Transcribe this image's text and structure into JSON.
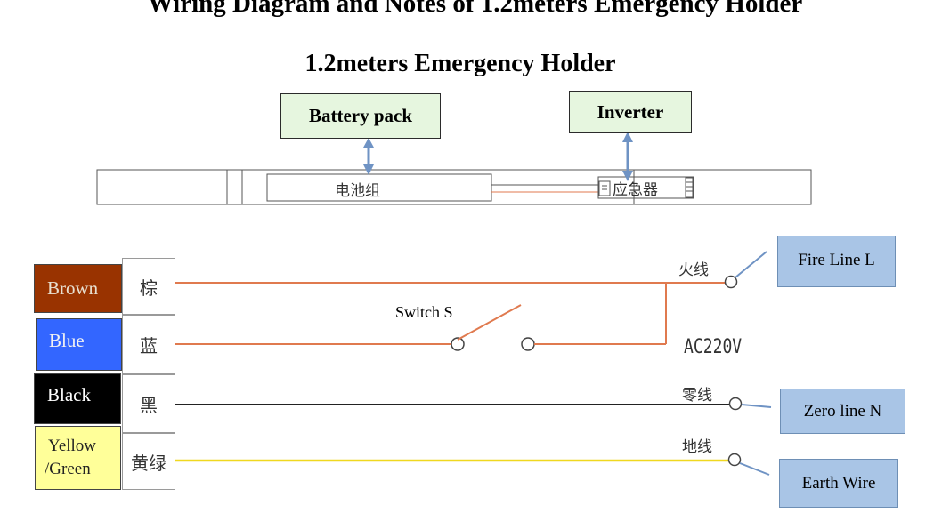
{
  "title": "Wiring Diagram and Notes of 1.2meters Emergency Holder",
  "subtitle": "1.2meters Emergency Holder",
  "holder": {
    "battery_label": "Battery pack",
    "inverter_label": "Inverter",
    "battery_cn": "电池组",
    "inverter_cn": "应急器"
  },
  "wires": [
    {
      "en": "Brown",
      "cn": "棕",
      "color": "#993300"
    },
    {
      "en": "Blue",
      "cn": "蓝",
      "color": "#3366ff"
    },
    {
      "en": "Black",
      "cn": "黑",
      "color": "#000000"
    },
    {
      "en_line1": "Yellow",
      "en_line2": "/Green",
      "cn": "黄绿",
      "color": "#ffff99"
    }
  ],
  "switch_label": "Switch S",
  "voltage_label": "AC220V",
  "terminals": {
    "fire": {
      "cn": "火线",
      "en": "Fire Line L"
    },
    "zero": {
      "cn": "零线",
      "en": "Zero line N"
    },
    "earth": {
      "cn": "地线",
      "en": "Earth Wire"
    }
  }
}
